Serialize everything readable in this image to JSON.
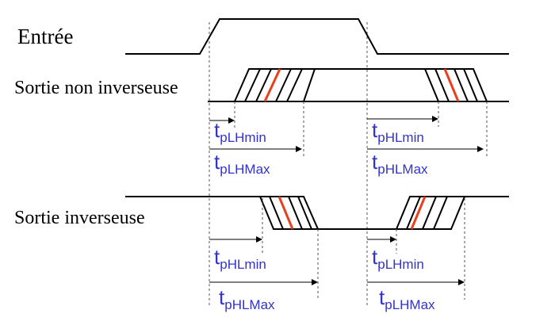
{
  "signals": {
    "input": "Entrée",
    "non_inverting": "Sortie non inverseuse",
    "inverting": "Sortie inverseuse"
  },
  "delays": {
    "lh_min": {
      "t": "t",
      "sub": "pLHmin"
    },
    "lh_max": {
      "t": "t",
      "sub": "pLHMax"
    },
    "hl_min": {
      "t": "t",
      "sub": "pHLmin"
    },
    "hl_max": {
      "t": "t",
      "sub": "pHLMax"
    }
  },
  "colors": {
    "line": "#000000",
    "label_blue": "#3333cc",
    "typical_edge": "#e8401c",
    "guide": "#555555"
  }
}
